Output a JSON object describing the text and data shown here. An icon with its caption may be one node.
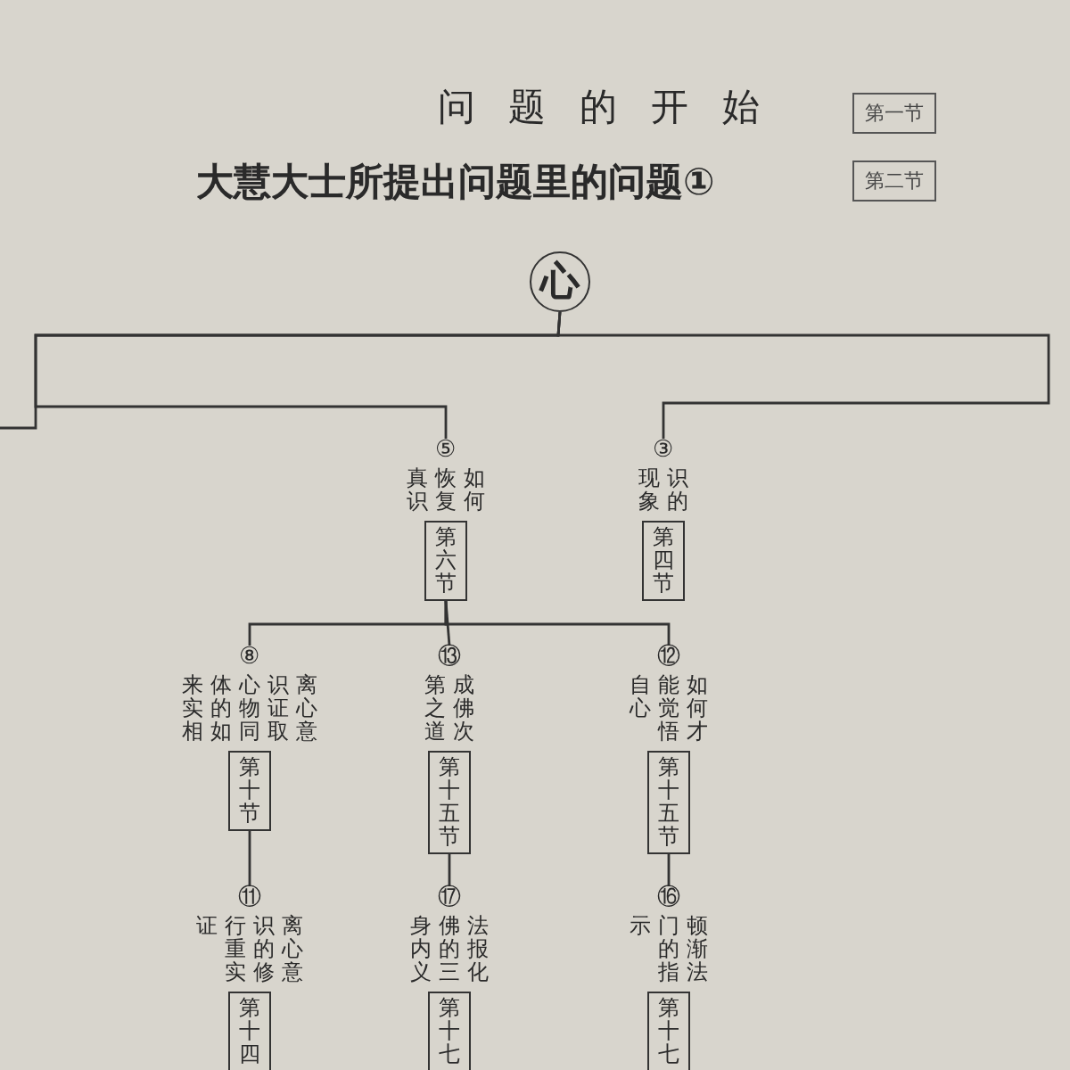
{
  "diagram": {
    "title": "问题的开始",
    "caption": "大慧大士所提出问题里的问题①",
    "nodes": [
      {
        "text": [
          "心"
        ]
      },
      {
        "text": [
          "⑤",
          "如何恢复真识",
          "第六节"
        ]
      },
      {
        "text": [
          "③",
          "识的现象",
          "第四节"
        ]
      },
      {
        "text": [
          "⑧",
          "离心意识证取心物同体的如来实相",
          "第十节"
        ]
      },
      {
        "text": [
          "⑬",
          "成佛次第之道",
          "第十五节"
        ]
      },
      {
        "text": [
          "⑫",
          "如何才能觉悟自心",
          "第十五节"
        ]
      },
      {
        "text": [
          "⑪",
          "离心意识的修行重实证",
          "第十四"
        ]
      },
      {
        "text": [
          "⑰",
          "法报化佛的三身内义",
          "第十七"
        ]
      },
      {
        "text": [
          "⑯",
          "顿渐法门的指示",
          "第十七"
        ]
      },
      {
        "text": [
          "第一节"
        ]
      },
      {
        "text": [
          "第二节"
        ]
      }
    ],
    "edges": [
      {
        "from": 0,
        "to": 1,
        "arrow": "none"
      },
      {
        "from": 0,
        "to": 2,
        "arrow": "none"
      },
      {
        "from": 0,
        "to": null,
        "arrow": "none"
      },
      {
        "from": 1,
        "to": 3,
        "arrow": "none"
      },
      {
        "from": 1,
        "to": 4,
        "arrow": "none"
      },
      {
        "from": 1,
        "to": 5,
        "arrow": "none"
      },
      {
        "from": 3,
        "to": 6,
        "arrow": "none"
      },
      {
        "from": 4,
        "to": 7,
        "arrow": "none"
      },
      {
        "from": 5,
        "to": 8,
        "arrow": "none"
      }
    ]
  }
}
